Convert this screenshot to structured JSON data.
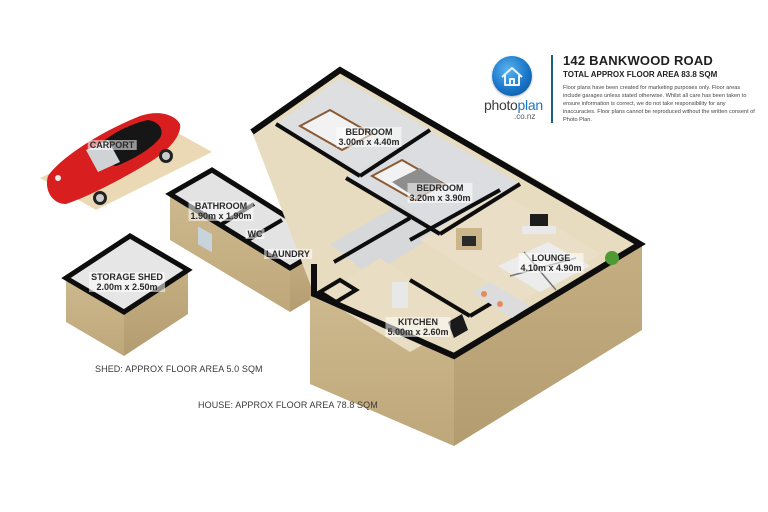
{
  "header": {
    "address": "142 BANKWOOD ROAD",
    "total_area": "TOTAL APPROX FLOOR AREA 83.8 SQM",
    "disclaimer": "Floor plans have been created for marketing purposes only. Floor areas include garages unless stated otherwise. Whilst all care has been taken to ensure information is correct, we do not take responsibility for any inaccuracies. Floor plans cannot be reproduced without the written consent of Photo Plan.",
    "logo": {
      "icon": "house-icon",
      "brand_main": "photo",
      "brand_accent": "plan",
      "brand_domain": ".co.nz"
    }
  },
  "rooms": [
    {
      "name": "CARPORT",
      "dims": ""
    },
    {
      "name": "BEDROOM",
      "dims": "3.00m x 4.40m"
    },
    {
      "name": "BEDROOM",
      "dims": "3.20m x 3.90m"
    },
    {
      "name": "BATHROOM",
      "dims": "1.90m x 1.90m"
    },
    {
      "name": "WC",
      "dims": ""
    },
    {
      "name": "LAUNDRY",
      "dims": ""
    },
    {
      "name": "LOUNGE",
      "dims": "4.10m x 4.90m"
    },
    {
      "name": "KITCHEN",
      "dims": "5.00m x 2.60m"
    },
    {
      "name": "STORAGE SHED",
      "dims": "2.00m x 2.50m"
    }
  ],
  "notes": {
    "shed_area": "SHED: APPROX FLOOR AREA 5.0 SQM",
    "house_area": "HOUSE: APPROX FLOOR AREA 78.8 SQM"
  },
  "colors": {
    "wall_top": "#0d0d0d",
    "exterior_wall": "#c9b48a",
    "floor": "#e8dcc0",
    "interior_wall": "#d9dbdd",
    "brand_blue": "#1a76c8",
    "car_red": "#d81e1e"
  }
}
